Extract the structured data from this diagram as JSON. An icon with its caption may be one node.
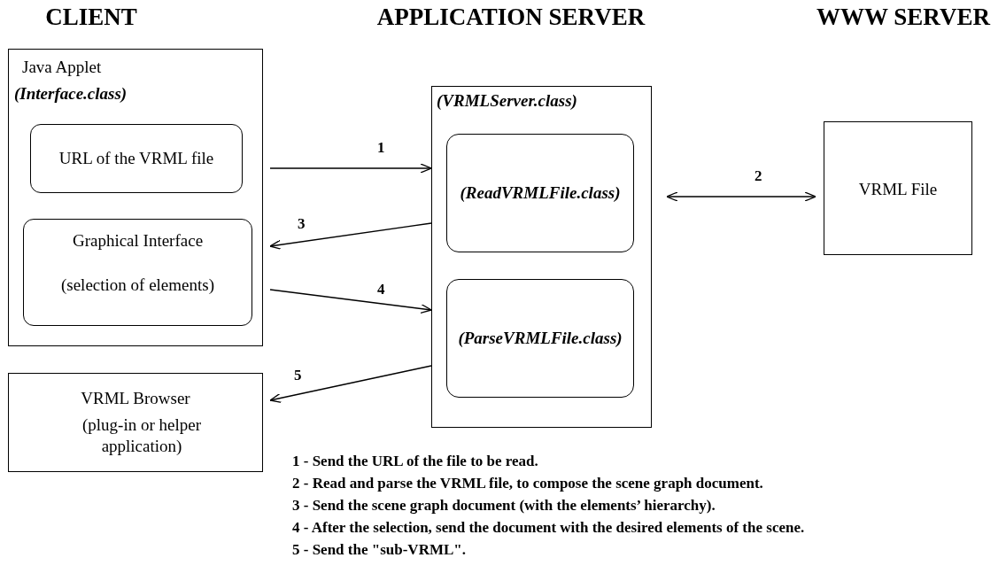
{
  "diagram": {
    "nodes": [
      {
        "text": [
          "Java Applet",
          "(Interface.class)"
        ]
      },
      {
        "text": [
          "URL of the VRML file"
        ],
        "in": 0
      },
      {
        "text": [
          "Graphical Interface",
          "(selection of elements)"
        ],
        "in": 0
      },
      {
        "text": [
          "VRML Browser",
          "(plug-in or helper application)"
        ]
      },
      {
        "text": [
          "(VRMLServer.class)"
        ]
      },
      {
        "text": [
          "(ReadVRMLFile.class)"
        ],
        "in": 4
      },
      {
        "text": [
          "(ParseVRMLFile.class)"
        ],
        "in": 4
      },
      {
        "text": [
          "VRML File"
        ]
      }
    ],
    "edges": [
      {
        "from": 1,
        "to": 4,
        "arrow": "to",
        "label": "1"
      },
      {
        "from": 4,
        "to": 7,
        "arrow": "both",
        "label": "2"
      },
      {
        "from": 4,
        "to": 2,
        "arrow": "to",
        "label": "3"
      },
      {
        "from": 2,
        "to": 4,
        "arrow": "to",
        "label": "4"
      },
      {
        "from": 4,
        "to": 3,
        "arrow": "to",
        "label": "5"
      }
    ],
    "labels": [
      "CLIENT",
      "APPLICATION SERVER",
      "WWW SERVER",
      "1 - Send the URL of the file to be read.",
      "2 - Read and parse the VRML file, to compose the scene graph document.",
      "3 - Send the scene graph document (with the elements’ hierarchy).",
      "4 - After the selection, send the document with the desired elements of the scene.",
      "5 - Send the \"sub-VRML\"."
    ]
  }
}
